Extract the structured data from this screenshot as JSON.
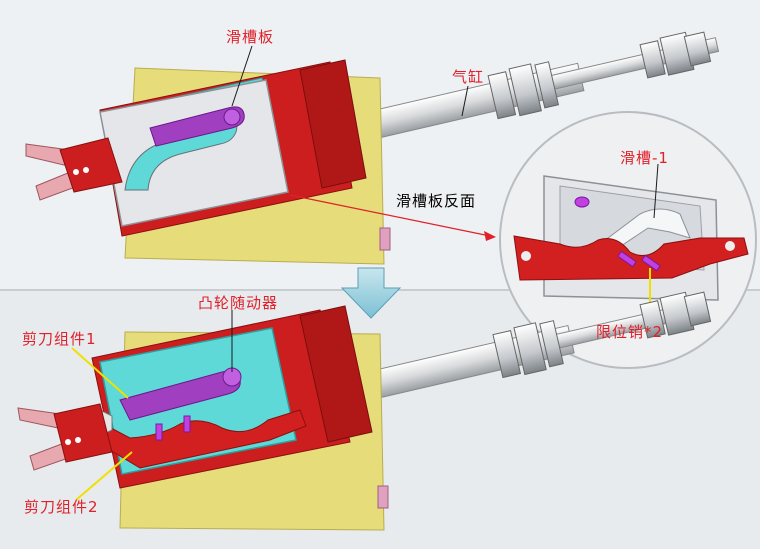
{
  "labels": {
    "slot_plate": "滑槽板",
    "cylinder": "气缸",
    "slot_plate_back": "滑槽板反面",
    "slot_1": "滑槽-1",
    "cam_follower": "凸轮随动器",
    "limit_pin": "限位销*2",
    "scissor_assembly_1": "剪刀组件1",
    "scissor_assembly_2": "剪刀组件2"
  },
  "colors": {
    "label_red": "#e0202a",
    "frame_red": "#cc1e1e",
    "plate_yellow": "#e6dc7a",
    "slot_plate_grey": "#e4e6ea",
    "slot_cyan": "#5fd8d8",
    "cam_purple": "#a040c0",
    "pointer_yellow": "#f0e000",
    "arrow_blue": "#9fd3e0"
  }
}
